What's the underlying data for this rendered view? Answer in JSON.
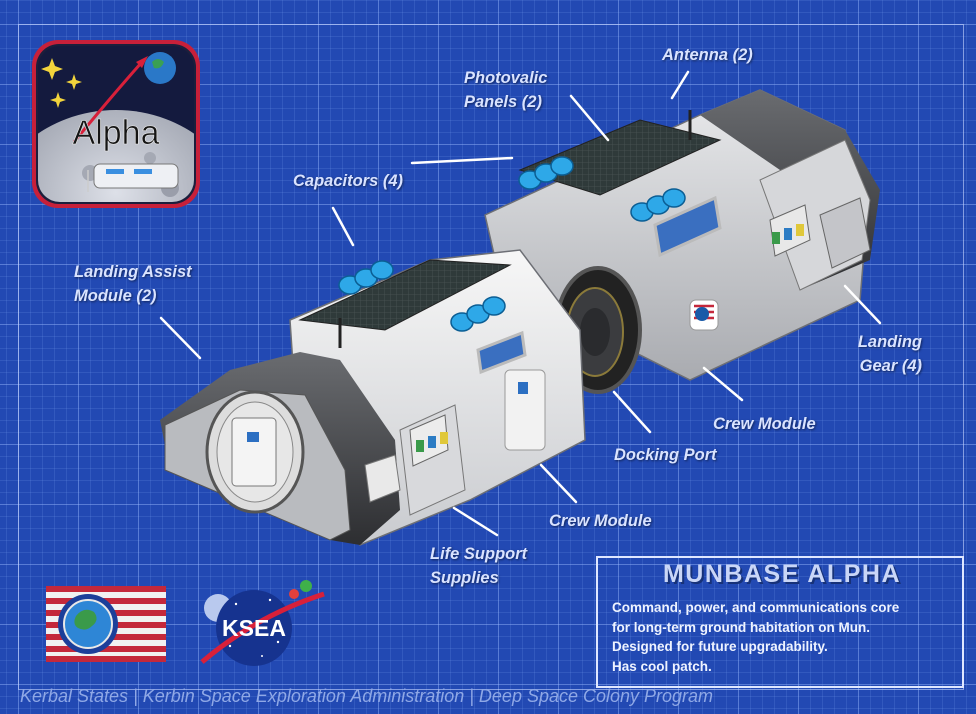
{
  "patch": {
    "text": "Alpha"
  },
  "callouts": {
    "antenna": "Antenna (2)",
    "photovalic_1": "Photovalic",
    "photovalic_2": "Panels (2)",
    "capacitors": "Capacitors (4)",
    "landing_assist_1": "Landing Assist",
    "landing_assist_2": "Module (2)",
    "landing_gear_1": "Landing",
    "landing_gear_2": "Gear (4)",
    "crew_module_right": "Crew Module",
    "docking_port": "Docking Port",
    "crew_module_bottom": "Crew Module",
    "life_support_1": "Life Support",
    "life_support_2": "Supplies"
  },
  "info": {
    "title": "MUNBASE ALPHA",
    "lines": [
      "Command, power, and communications core",
      "for long-term ground habitation on Mun.",
      "Designed for future upgradability.",
      "Has cool patch."
    ]
  },
  "ksea_logo": {
    "text": "KSEA"
  },
  "footer": "Kerbal States | Kerbin Space Exploration Administration | Deep Space Colony Program",
  "colors": {
    "background": "#2249b3",
    "grid": "#a0beff",
    "callout_text": "#d9e3ff",
    "flag_red": "#c4283b",
    "panel_blue": "#2ea8e8"
  }
}
